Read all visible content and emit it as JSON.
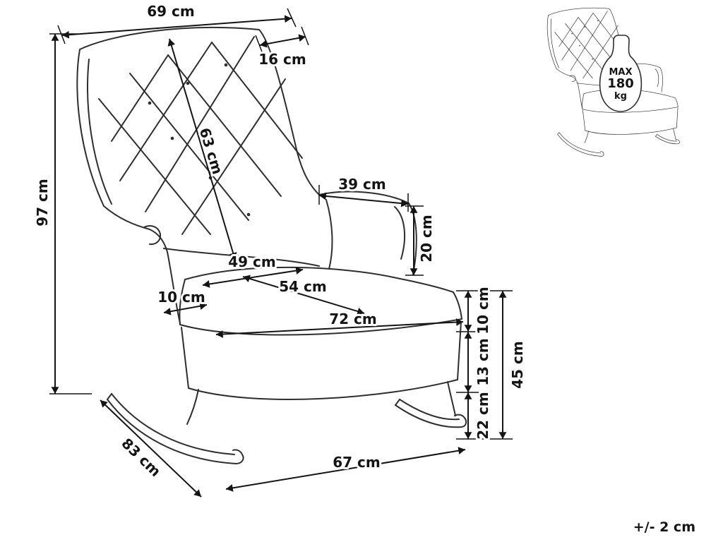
{
  "diagram": {
    "tolerance_note": "+/- 2 cm",
    "max_load": {
      "line1": "MAX",
      "line2": "180",
      "line3": "kg"
    },
    "dimensions": {
      "back_width": "69 cm",
      "back_top_depth": "16 cm",
      "backrest_diagonal": "63 cm",
      "total_height": "97 cm",
      "armrest_length": "39 cm",
      "armrest_height": "20 cm",
      "seat_depth": "49 cm",
      "seat_diagonal": "54 cm",
      "front_edge_depth": "10 cm",
      "seat_front_width": "72 cm",
      "cushion_thickness": "10 cm",
      "base_height": "13 cm",
      "rocker_height": "22 cm",
      "seat_height": "45 cm",
      "total_depth": "83 cm",
      "base_width": "67 cm"
    }
  }
}
